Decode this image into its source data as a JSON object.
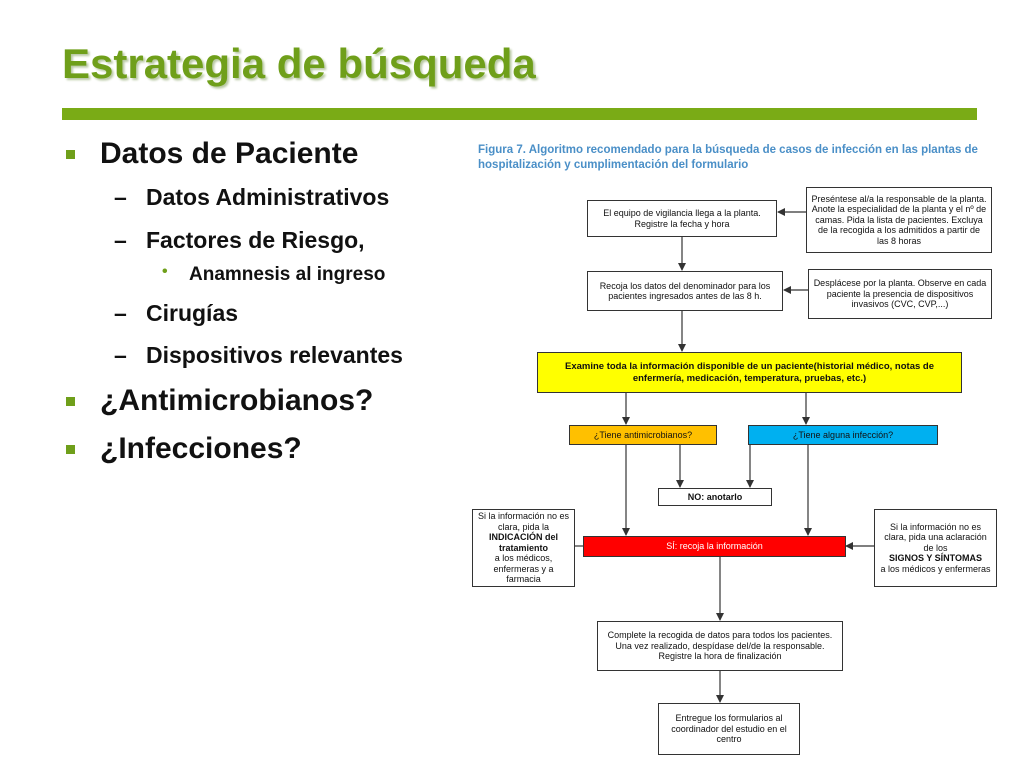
{
  "title": "Estrategia de búsqueda",
  "bullets": [
    {
      "label": "Datos de Paciente",
      "children": [
        {
          "label": "Datos Administrativos"
        },
        {
          "label": "Factores de Riesgo,",
          "children": [
            {
              "label": "Anamnesis al ingreso"
            }
          ]
        },
        {
          "label": "Cirugías"
        },
        {
          "label": "Dispositivos relevantes"
        }
      ]
    },
    {
      "label": "¿Antimicrobianos?"
    },
    {
      "label": "¿Infecciones?"
    }
  ],
  "figure": {
    "caption": "Figura 7. Algoritmo recomendado para la búsqueda de casos de infección en las plantas de hospitalización y cumplimentación del formulario",
    "boxes": {
      "arrive": "El equipo de vigilancia llega a la planta. Registre la fecha y hora",
      "note_responsible": "Preséntese al/a la responsable de la planta. Anote la especialidad de la planta y el nº de camas. Pida la lista de pacientes. Excluya de la recogida a los admitidos a partir de las 8 horas",
      "denominator": "Recoja los datos del denominador para los pacientes ingresados antes de las 8 h.",
      "note_devices": "Desplácese por la planta. Observe en cada paciente la presencia de dispositivos invasivos (CVC, CVP,...)",
      "examine": "Examine toda la información disponible de un paciente(historial médico, notas de enfermería, medicación, temperatura, pruebas, etc.)",
      "antimicrobials": "¿Tiene antimicrobianos?",
      "infection": "¿Tiene alguna infección?",
      "no": "NO: anotarlo",
      "yes": "SÍ: recoja la información",
      "left_note": {
        "before": "Si la información no es clara, pida la",
        "bold": "INDICACIÓN del tratamiento",
        "after": "a los médicos, enfermeras y a farmacia"
      },
      "right_note": {
        "before": "Si la información no es clara, pida una aclaración de los",
        "bold": "SIGNOS Y SÍNTOMAS",
        "after": "a los médicos y enfermeras"
      },
      "complete": "Complete la recogida de datos para todos los pacientes. Una vez realizado, despídase del/de la responsable. Registre la hora de finalización",
      "deliver": "Entregue los formularios al coordinador del estudio en el centro"
    },
    "colors": {
      "examine": "#ffff00",
      "antimicrobials": "#ffc000",
      "infection": "#00b0f0",
      "yes": "#ff0000"
    }
  }
}
